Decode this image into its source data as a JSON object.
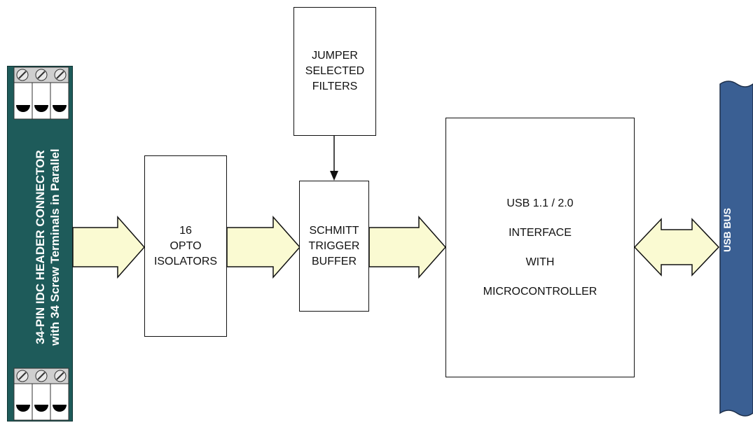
{
  "connector": {
    "line1": "34-PIN IDC HEADER CONNECTOR",
    "line2": "with 34 Screw Terminals in Parallel",
    "color": "#1e5b5a"
  },
  "blocks": {
    "opto": [
      "16",
      "OPTO",
      "ISOLATORS"
    ],
    "jumper": [
      "JUMPER",
      "SELECTED",
      "FILTERS"
    ],
    "schmitt": [
      "SCHMITT",
      "TRIGGER",
      "BUFFER"
    ],
    "usb": [
      "USB 1.1 / 2.0",
      "INTERFACE",
      "WITH",
      "MICROCONTROLLER"
    ]
  },
  "bus": {
    "label": "USB BUS",
    "color": "#3a5f93"
  },
  "arrow_fill": "#fafad2"
}
